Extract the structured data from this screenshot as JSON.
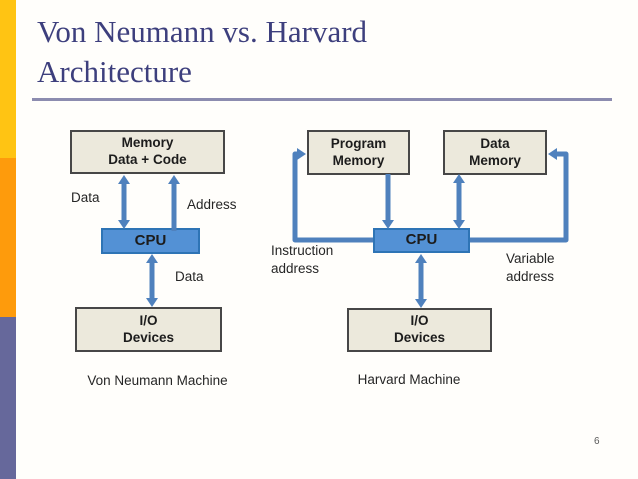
{
  "slide": {
    "title": "Von Neumann vs. Harvard Architecture",
    "page_number": "6"
  },
  "colors": {
    "title_text": "#3d3f7d",
    "divider": "#8c8caf",
    "sidebar_yellow": "#ffc413",
    "sidebar_orange": "#fe9b0c",
    "sidebar_purple": "#66689b",
    "memory_box_fill": "#ece9dc",
    "memory_box_border": "#474747",
    "cpu_box_fill": "#5391d5",
    "cpu_box_border": "#2e74b5",
    "arrow_blue": "#4f81bd"
  },
  "von_neumann": {
    "memory": {
      "line1": "Memory",
      "line2": "Data + Code"
    },
    "cpu": {
      "label": "CPU"
    },
    "io": {
      "line1": "I/O",
      "line2": "Devices"
    },
    "labels": {
      "data_memory_bus": "Data",
      "address_bus": "Address",
      "data_io_bus": "Data"
    },
    "caption": "Von Neumann Machine"
  },
  "harvard": {
    "program_memory": {
      "line1": "Program",
      "line2": "Memory"
    },
    "data_memory": {
      "line1": "Data",
      "line2": "Memory"
    },
    "cpu": {
      "label": "CPU"
    },
    "io": {
      "line1": "I/O",
      "line2": "Devices"
    },
    "labels": {
      "instruction_line1": "Instruction",
      "instruction_line2": "address",
      "variable_line1": "Variable",
      "variable_line2": "address"
    },
    "caption": "Harvard Machine"
  }
}
